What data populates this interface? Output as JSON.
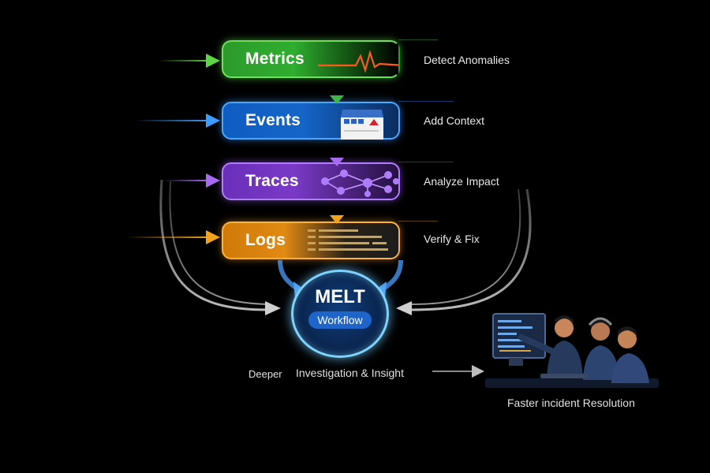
{
  "rows": [
    {
      "label": "Metrics",
      "action": "Detect Anomalies",
      "color": "#5fd34a"
    },
    {
      "label": "Events",
      "action": "Add Context",
      "color": "#3f9cff"
    },
    {
      "label": "Traces",
      "action": "Analyze Impact",
      "color": "#a56cf0"
    },
    {
      "label": "Logs",
      "action": "Verify & Fix",
      "color": "#f3a21c"
    }
  ],
  "center": {
    "title": "MELT",
    "subtitle": "Workflow"
  },
  "bottom": {
    "left_word": "Deeper",
    "middle_text": "Investigation & Insight",
    "outcome": "Faster incident Resolution"
  },
  "icons": {
    "metrics": "pulse-waveform-icon",
    "events": "event-window-icon",
    "traces": "trace-graph-icon",
    "logs": "log-lines-icon",
    "team": "ops-team-illustration"
  }
}
